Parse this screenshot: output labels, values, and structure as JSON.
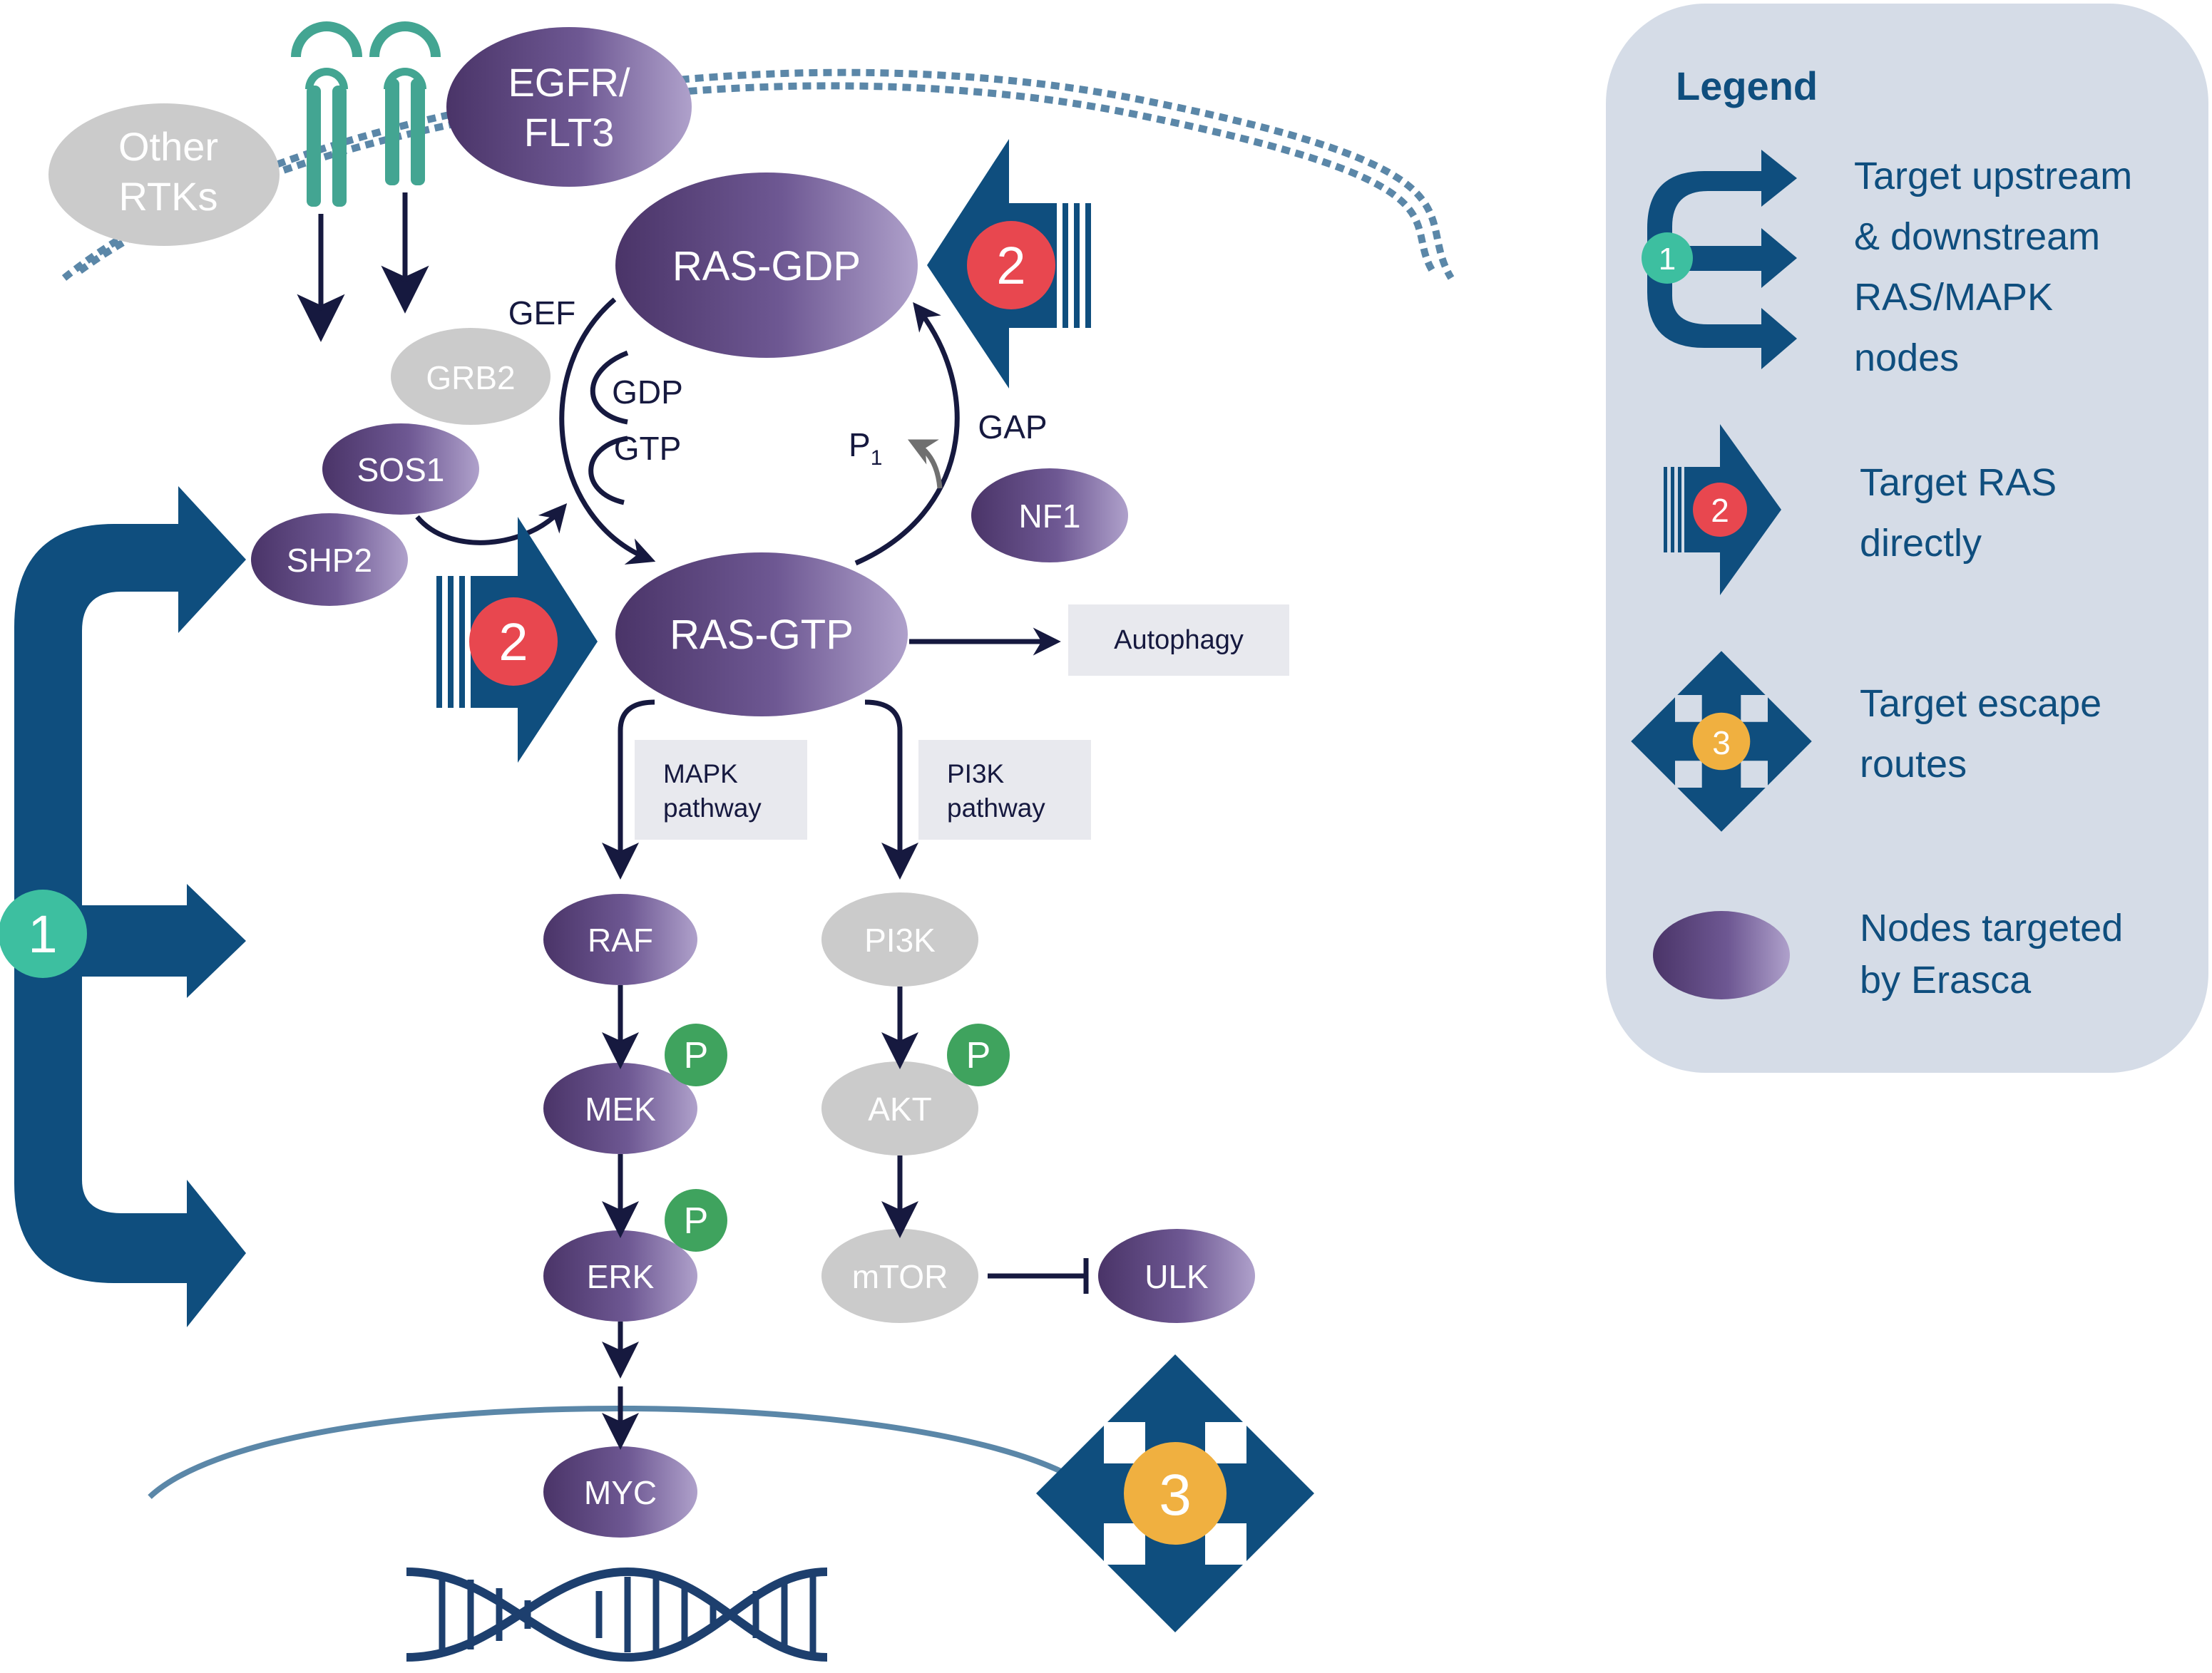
{
  "colors": {
    "navy": "#0F4E7E",
    "purple_dark": "#4A3468",
    "purple_light": "#A898C4",
    "grey_node": "#CBCBCB",
    "teal": "#3DBFA0",
    "receptor": "#43A592",
    "red": "#E8474F",
    "orange": "#F0B040",
    "green": "#3FA35E",
    "legend_bg": "#D5DCE7",
    "dark_arrow": "#16193F",
    "label_box": "#E8E9EE"
  },
  "membrane": {
    "rtk_label": [
      "Other",
      "RTKs"
    ],
    "egfr_label": [
      "EGFR/",
      "FLT3"
    ],
    "grb2": "GRB2",
    "sos1": "SOS1",
    "shp2": "SHP2"
  },
  "ras_cycle": {
    "ras_gdp": "RAS-GDP",
    "ras_gtp": "RAS-GTP",
    "gef": "GEF",
    "gdp": "GDP",
    "gtp": "GTP",
    "gap": "GAP",
    "p1": "P",
    "p1_sub": "1",
    "nf1": "NF1",
    "autophagy": "Autophagy"
  },
  "pathways": {
    "mapk_label": [
      "MAPK",
      "pathway"
    ],
    "pi3k_label": [
      "PI3K",
      "pathway"
    ],
    "raf": "RAF",
    "mek": "MEK",
    "erk": "ERK",
    "myc": "MYC",
    "pi3k": "PI3K",
    "akt": "AKT",
    "mtor": "mTOR",
    "ulk": "ULK",
    "phospho": "P"
  },
  "badges": {
    "one": "1",
    "two": "2",
    "three": "3"
  },
  "icons": [
    "receptor-icon",
    "target-upstream-downstream-arrow-icon",
    "target-ras-arrow-icon",
    "escape-routes-cross-icon",
    "dna-helix-icon"
  ],
  "legend": {
    "title": "Legend",
    "item1": [
      "Target upstream",
      "& downstream",
      "RAS/MAPK",
      "nodes"
    ],
    "item2": [
      "Target RAS",
      "directly"
    ],
    "item3": [
      "Target escape",
      "routes"
    ],
    "item4": [
      "Nodes targeted",
      "by Erasca"
    ]
  }
}
